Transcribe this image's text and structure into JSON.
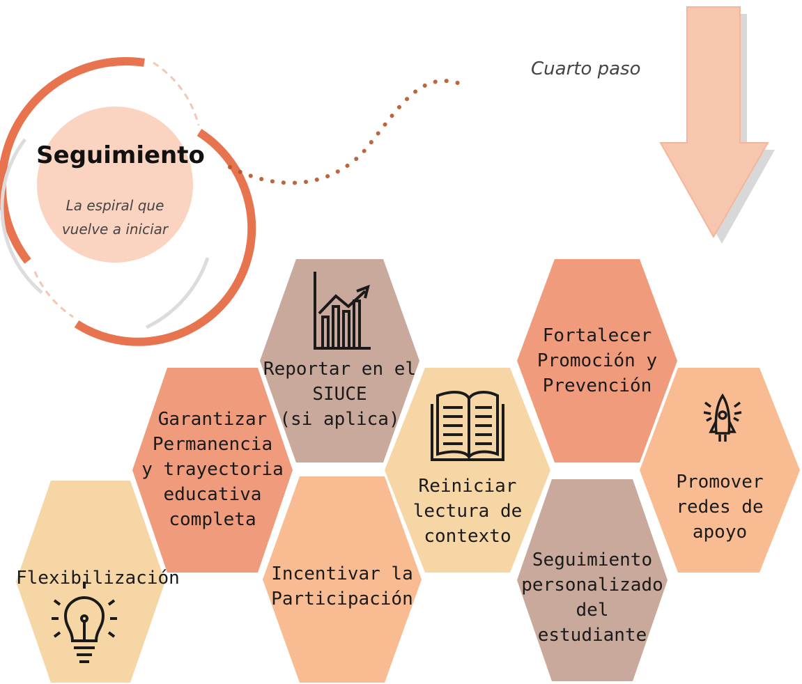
{
  "header": {
    "title": "Seguimiento",
    "subtitle": "La espiral que\nvuelve a iniciar",
    "step": "Cuarto paso"
  },
  "hexagons": [
    {
      "id": "flex",
      "label": "Flexibilización",
      "icon": "lightbulb-icon",
      "color": "#f5d6a4"
    },
    {
      "id": "garantizar",
      "label": "Garantizar\nPermanencia\ny trayectoria\neducativa\ncompleta",
      "icon": "",
      "color": "#ef9b7c"
    },
    {
      "id": "reportar",
      "label": "Reportar en el\nSIUCE\n(si aplica)",
      "icon": "growth-chart-icon",
      "color": "#c9a99b"
    },
    {
      "id": "incentivar",
      "label": "Incentivar la\nParticipación",
      "icon": "",
      "color": "#f9bc92"
    },
    {
      "id": "reiniciar",
      "label": "Reiniciar\nlectura de\ncontexto",
      "icon": "open-book-icon",
      "color": "#f5d6a4"
    },
    {
      "id": "fortalecer",
      "label": "Fortalecer\nPromoción y\nPrevención",
      "icon": "",
      "color": "#ef9b7c"
    },
    {
      "id": "seguimiento",
      "label": "Seguimiento\npersonalizado\ndel estudiante",
      "icon": "",
      "color": "#c9a99b"
    },
    {
      "id": "promover",
      "label": "Promover\nredes de\napoyo",
      "icon": "rocket-icon",
      "color": "#f9bc92"
    }
  ],
  "colors": {
    "accent": "#e8734f",
    "circle_fill": "#fbd3c1",
    "arrow_fill": "#f7c6ae",
    "arrow_shadow": "#d8d8d8",
    "dots": "#b5542a"
  }
}
